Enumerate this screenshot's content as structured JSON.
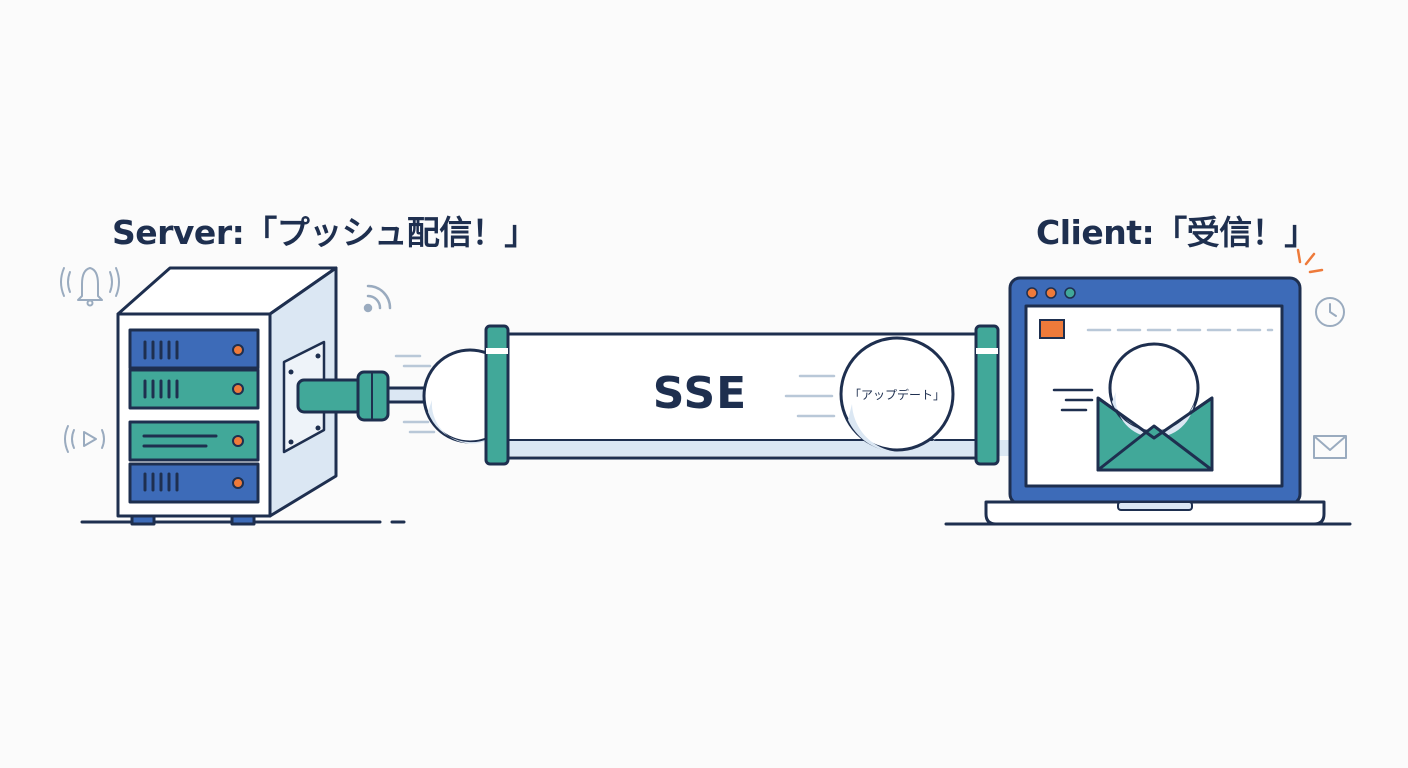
{
  "server": {
    "label": "Server:「プッシュ配信！」"
  },
  "client": {
    "label": "Client:「受信！」"
  },
  "channel": {
    "label": "SSE",
    "message": "「アップデート」"
  },
  "colors": {
    "navy": "#1e2f4f",
    "blue": "#3d6bb8",
    "teal": "#41a899",
    "orange": "#ee7a3a",
    "pale_blue": "#d9e6f3",
    "gray_icon": "#9aabbf"
  }
}
